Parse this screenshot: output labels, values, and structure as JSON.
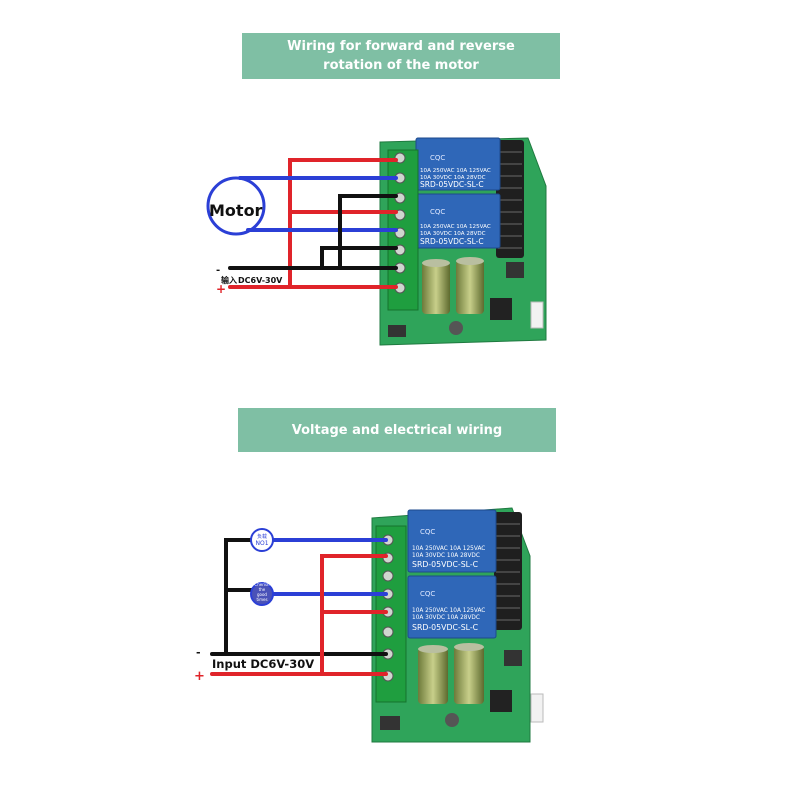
{
  "top": {
    "title_line1": "Wiring for forward and reverse",
    "title_line2": "rotation of the motor",
    "motor_label": "Motor",
    "input_prefix": "输入",
    "input_voltage": "DC6V-30V",
    "minus_sign": "-",
    "plus_sign": "+"
  },
  "bottom": {
    "title": "Voltage and electrical wiring",
    "input_label": "Input DC6V-30V",
    "minus_sign": "-",
    "plus_sign": "+",
    "load1_line1": "负载",
    "load1_line2": "NO1",
    "load2_line1": "Cherish",
    "load2_line2": "the",
    "load2_line3": "good",
    "load2_line4": "times"
  },
  "relay": {
    "rating_line1": "10A 250VAC  10A 125VAC",
    "rating_line2": "10A  30VDC  10A  28VDC",
    "model": "SRD-05VDC-SL-C",
    "cert": "CQC"
  },
  "colors": {
    "banner": "#7fbfa4",
    "red_wire": "#e0242a",
    "blue_wire": "#2b3fd6",
    "black_wire": "#111111",
    "pcb": "#2fa45a",
    "terminal": "#1f9e3f",
    "relay": "#2f67b8"
  }
}
